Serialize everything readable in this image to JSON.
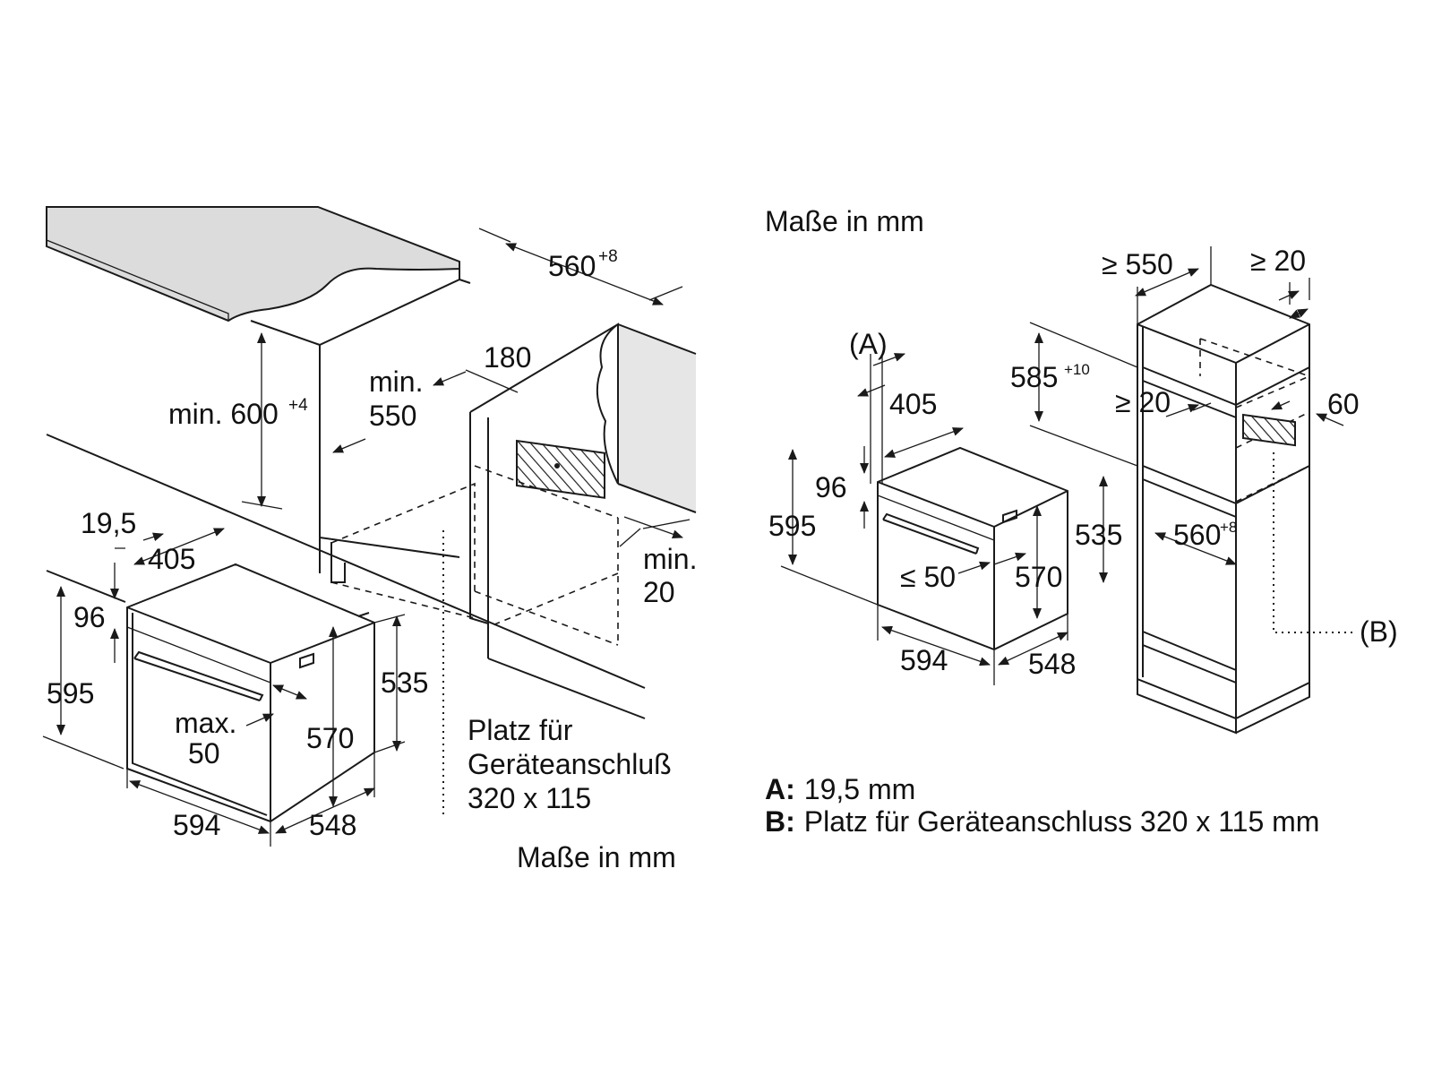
{
  "colors": {
    "ink": "#1a1a1a",
    "countertop": "#dcdcdc",
    "panel": "#e6e6e6",
    "background": "#ffffff"
  },
  "left": {
    "dims": {
      "w560": "560",
      "w560_tol": "+8",
      "h600": "min. 600",
      "h600_tol": "+4",
      "min550_a": "min.",
      "min550_b": "550",
      "d180": "180",
      "min20_a": "min.",
      "min20_b": "20",
      "d19_5": "19,5",
      "d405": "405",
      "d96": "96",
      "d595": "595",
      "max50_a": "max.",
      "max50_b": "50",
      "d570": "570",
      "d535": "535",
      "d594": "594",
      "d548": "548"
    },
    "note": [
      "Platz für",
      "Geräteanschluß",
      "320 x 115"
    ],
    "units": "Maße in mm"
  },
  "right": {
    "units": "Maße in mm",
    "dims": {
      "A": "(A)",
      "d405": "405",
      "d96": "96",
      "d595": "595",
      "le50": "≤ 50",
      "d570": "570",
      "d535": "535",
      "d594": "594",
      "d548": "548",
      "ge550": "≥ 550",
      "ge20_top": "≥ 20",
      "d585": "585",
      "d585_tol": "+10",
      "ge20_mid": "≥ 20",
      "d60": "60",
      "d560": "560",
      "d560_tol": "+8",
      "B": "(B)"
    },
    "legend": [
      {
        "key": "A:",
        "text": "19,5 mm"
      },
      {
        "key": "B:",
        "text": "Platz für Geräteanschluss 320 x 115 mm"
      }
    ]
  }
}
